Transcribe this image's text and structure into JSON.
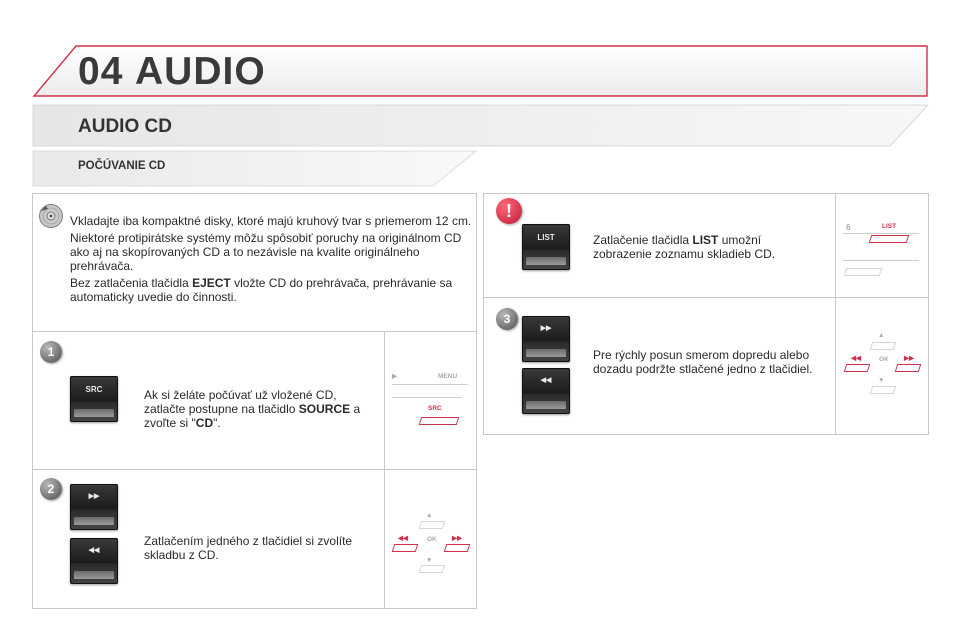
{
  "header": {
    "chapter_number": "04",
    "chapter_title": "AUDIO",
    "section_title": "AUDIO CD",
    "subsection_title": "POČÚVANIE CD"
  },
  "note": {
    "p1": "Vkladajte iba kompaktné disky, ktoré majú kruhový tvar s priemerom 12 cm.",
    "p2": "Niektoré protipirátske systémy môžu spôsobiť poruchy na originálnom CD ako aj na skopírovaných CD a to nezávisle na kvalite originálneho prehrávača.",
    "p3_before": "Bez zatlačenia tlačidla ",
    "p3_bold": "EJECT",
    "p3_after": " vložte CD do prehrávača, prehrávanie sa automaticky uvedie do činnosti."
  },
  "step1": {
    "number": "1",
    "button_label": "SRC",
    "text_before": "Ak si želáte počúvať už vložené CD, zatlačte postupne na tlačidlo ",
    "text_bold": "SOURCE",
    "text_mid": " a zvoľte si \"",
    "text_bold2": "CD",
    "text_after": "\".",
    "sketch_menu": "MENU",
    "sketch_src": "SRC"
  },
  "step2": {
    "number": "2",
    "text": "Zatlačením jedného z tlačidiel si zvolíte skladbu z CD.",
    "sketch_ok": "OK"
  },
  "list_step": {
    "button_label": "LIST",
    "text_before": "Zatlačenie tlačidla ",
    "text_bold": "LIST",
    "text_after": " umožní zobrazenie zoznamu skladieb CD.",
    "sketch_six": "6",
    "sketch_list": "LIST"
  },
  "step3": {
    "number": "3",
    "text": "Pre rýchly posun smerom dopredu alebo dozadu podržte stlačené jedno z tlačidiel.",
    "sketch_ok": "OK"
  },
  "icons": {
    "forward": "▶▶",
    "rewind": "◀◀",
    "up": "▲",
    "down": "▼",
    "play": "▶",
    "warning": "!"
  },
  "colors": {
    "accent_red": "#d0314a",
    "panel_border": "#c8c8c8"
  }
}
